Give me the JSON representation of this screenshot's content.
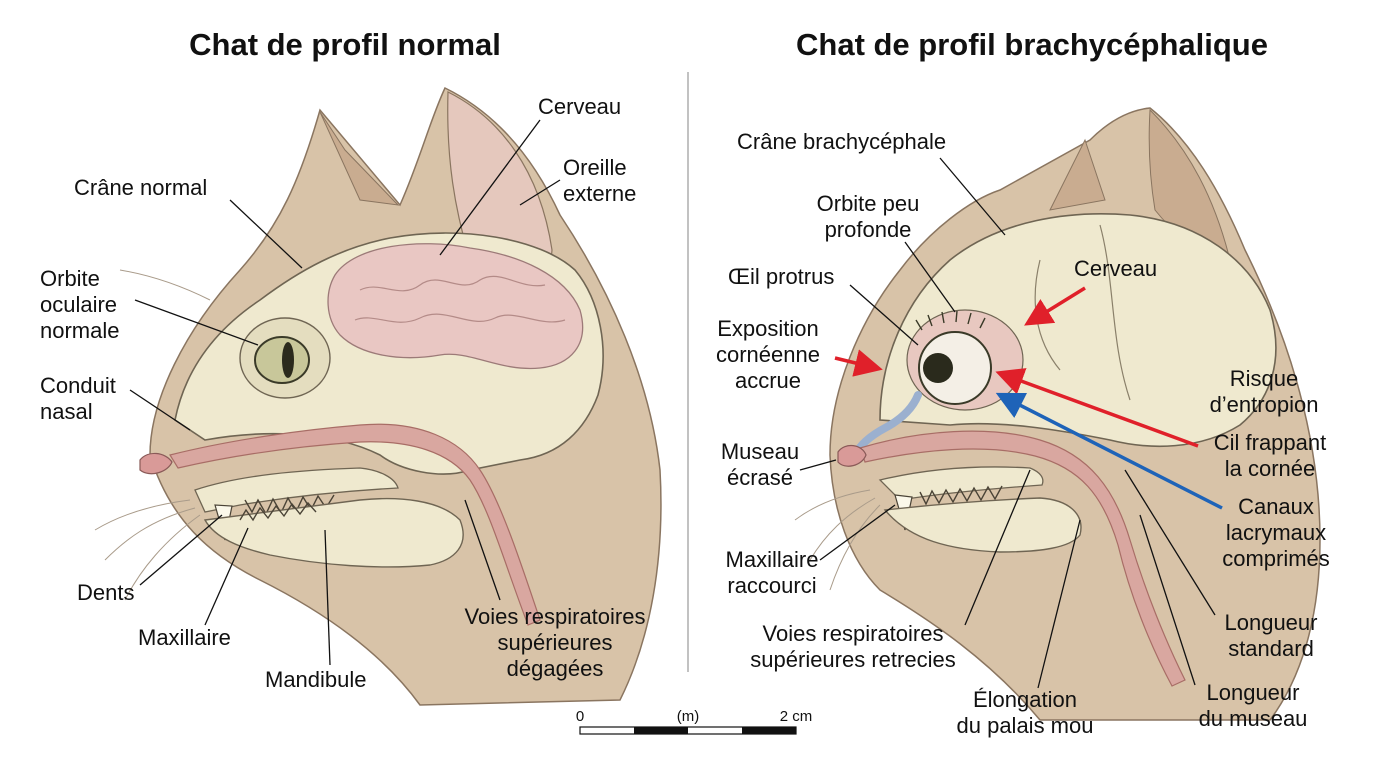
{
  "titles": {
    "normal": "Chat de profil normal",
    "brachy": "Chat de profil brachycéphalique"
  },
  "normal_labels": {
    "cerveau": "Cerveau",
    "oreille": [
      "Oreille",
      "externe"
    ],
    "crane": "Crâne normal",
    "orbite": [
      "Orbite",
      "oculaire",
      "normale"
    ],
    "conduit": [
      "Conduit",
      "nasal"
    ],
    "dents": "Dents",
    "maxillaire": "Maxillaire",
    "mandibule": "Mandibule",
    "voies": [
      "Voies respiratoires",
      "supérieures",
      "dégagées"
    ]
  },
  "brachy_labels": {
    "crane": "Crâne brachycéphale",
    "orbite": [
      "Orbite peu",
      "profonde"
    ],
    "oeil": "Œil protrus",
    "cerveau": "Cerveau",
    "exposition": [
      "Exposition",
      "cornéenne",
      "accrue"
    ],
    "entropion": [
      "Risque",
      "d’entropion"
    ],
    "cil": [
      "Cil frappant",
      "la cornée"
    ],
    "museau": [
      "Museau",
      "écrasé"
    ],
    "canaux": [
      "Canaux",
      "lacrymaux",
      "comprimés"
    ],
    "maxillaire": [
      "Maxillaire",
      "raccourci"
    ],
    "voies": [
      "Voies respiratoires",
      "supérieures retrecies"
    ],
    "longueur_std": [
      "Longueur",
      "standard"
    ],
    "elongation": [
      "Élongation",
      "du palais mou"
    ],
    "longueur_mus": [
      "Longueur",
      "du museau"
    ]
  },
  "scale_bar": {
    "start": "0",
    "unit": "(m)",
    "end": "2 cm"
  },
  "colors": {
    "fur": "#d8c3a8",
    "fur_light": "#f1e7db",
    "bone": "#efe9cf",
    "bone_line": "#6f6553",
    "brain": "#e9c7c3",
    "airway": "#d9a7a0",
    "nasal_blue": "#9bb0cf",
    "arrow_red": "#e0202a",
    "arrow_blue": "#1e63b8"
  }
}
